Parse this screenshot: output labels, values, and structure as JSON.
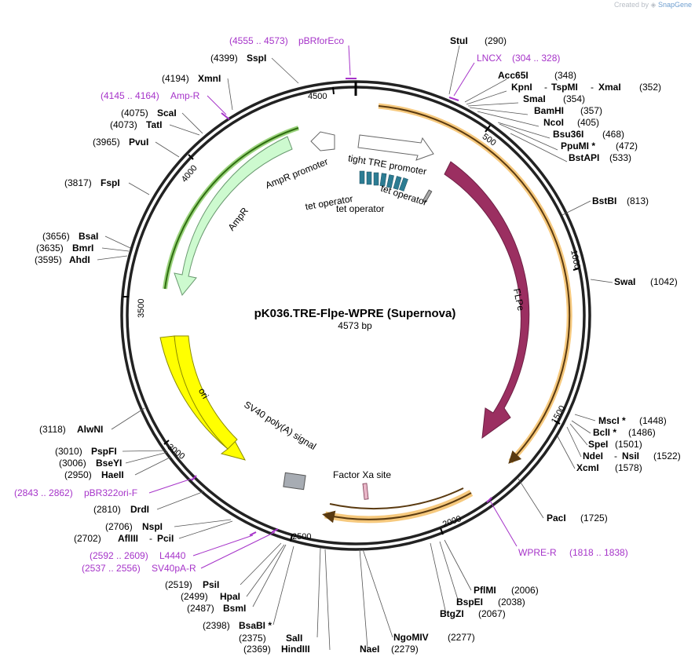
{
  "credit": {
    "created_by": "Created by",
    "brand": "SnapGene"
  },
  "plasmid": {
    "name": "pK036.TRE-Flpe-WPRE (Supernova)",
    "length_label": "4573 bp",
    "length": 4573
  },
  "ticks": [
    "500",
    "1000",
    "1500",
    "2000",
    "2500",
    "3000",
    "3500",
    "4000",
    "4500"
  ],
  "sites": [
    {
      "name": "StuI",
      "pos": "(290)"
    },
    {
      "name": "Acc65I",
      "pos": "(348)"
    },
    {
      "name": "KpnI",
      "extra": [
        "TspMI",
        "XmaI"
      ],
      "pos": "(352)"
    },
    {
      "name": "SmaI",
      "pos": "(354)"
    },
    {
      "name": "BamHI",
      "pos": "(357)"
    },
    {
      "name": "NcoI",
      "pos": "(405)"
    },
    {
      "name": "Bsu36I",
      "pos": "(468)"
    },
    {
      "name": "PpuMI *",
      "pos": "(472)"
    },
    {
      "name": "BstAPI",
      "pos": "(533)"
    },
    {
      "name": "BstBI",
      "pos": "(813)"
    },
    {
      "name": "SwaI",
      "pos": "(1042)"
    },
    {
      "name": "MscI *",
      "pos": "(1448)"
    },
    {
      "name": "BclI *",
      "pos": "(1486)"
    },
    {
      "name": "SpeI",
      "pos": "(1501)"
    },
    {
      "name": "NdeI",
      "extra": [
        "NsiI"
      ],
      "pos": "(1522)"
    },
    {
      "name": "XcmI",
      "pos": "(1578)"
    },
    {
      "name": "PacI",
      "pos": "(1725)"
    },
    {
      "name": "PflMI",
      "pos": "(2006)"
    },
    {
      "name": "BspEI",
      "pos": "(2038)"
    },
    {
      "name": "BtgZI",
      "pos": "(2067)"
    },
    {
      "name": "NgoMIV",
      "pos": "(2277)"
    },
    {
      "name": "NaeI",
      "pos": "(2279)"
    },
    {
      "name": "HindIII",
      "pos": "(2369)"
    },
    {
      "name": "SalI",
      "pos": "(2375)"
    },
    {
      "name": "BsaBI *",
      "pos": "(2398)"
    },
    {
      "name": "BsmI",
      "pos": "(2487)"
    },
    {
      "name": "HpaI",
      "pos": "(2499)"
    },
    {
      "name": "PsiI",
      "pos": "(2519)"
    },
    {
      "name": "AflIII",
      "extra": [
        "PciI"
      ],
      "pos": "(2702)"
    },
    {
      "name": "NspI",
      "pos": "(2706)"
    },
    {
      "name": "DrdI",
      "pos": "(2810)"
    },
    {
      "name": "HaeII",
      "pos": "(2950)"
    },
    {
      "name": "BseYI",
      "pos": "(3006)"
    },
    {
      "name": "PspFI",
      "pos": "(3010)"
    },
    {
      "name": "AlwNI",
      "pos": "(3118)"
    },
    {
      "name": "AhdI",
      "pos": "(3595)"
    },
    {
      "name": "BmrI",
      "pos": "(3635)"
    },
    {
      "name": "BsaI",
      "pos": "(3656)"
    },
    {
      "name": "FspI",
      "pos": "(3817)"
    },
    {
      "name": "PvuI",
      "pos": "(3965)"
    },
    {
      "name": "TatI",
      "pos": "(4073)"
    },
    {
      "name": "ScaI",
      "pos": "(4075)"
    },
    {
      "name": "XmnI",
      "pos": "(4194)"
    },
    {
      "name": "SspI",
      "pos": "(4399)"
    }
  ],
  "primers": [
    {
      "name": "pBRforEco",
      "range": "(4555 .. 4573)"
    },
    {
      "name": "LNCX",
      "range": "(304 .. 328)"
    },
    {
      "name": "Amp-R",
      "range": "(4145 .. 4164)"
    },
    {
      "name": "WPRE-R",
      "range": "(1818 .. 1838)"
    },
    {
      "name": "pBR322ori-F",
      "range": "(2843 .. 2862)"
    },
    {
      "name": "L4440",
      "range": "(2592 .. 2609)"
    },
    {
      "name": "SV40pA-R",
      "range": "(2537 .. 2556)"
    }
  ],
  "features": {
    "tight_tre": "tight TRE promoter",
    "tet_op_1": "tet operator",
    "tet_op_2": "tet operator",
    "tet_op_3": "tet operator",
    "ampr_promoter": "AmpR promoter",
    "ampr": "AmpR",
    "flpe": "FLPe",
    "ori": "ori",
    "sv40": "SV40 poly(A) signal",
    "factor_xa": "Factor Xa site"
  },
  "colors": {
    "backbone": "#222222",
    "flpe": "#9b2f61",
    "ampr": "#cdfacf",
    "ori": "#ffff00",
    "primer": "#a634c9",
    "wpre_highlight": "#f6c97e",
    "tet_operator": "#2c7c93"
  }
}
